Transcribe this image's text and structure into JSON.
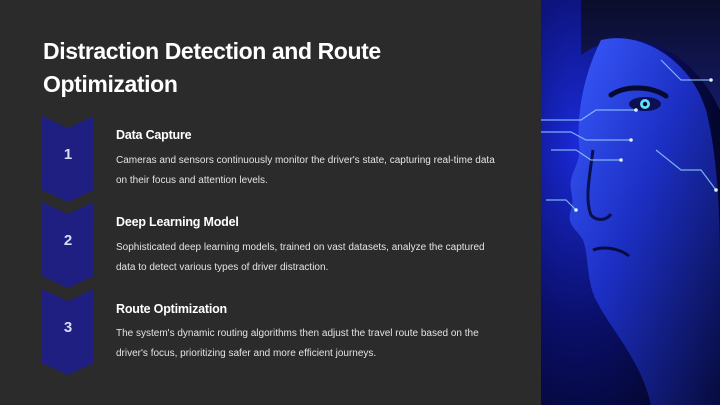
{
  "slide": {
    "title": "Distraction Detection and Route Optimization",
    "steps": [
      {
        "number": "1",
        "title": "Data Capture",
        "description": "Cameras and sensors continuously monitor the driver's state, capturing real-time data on their focus and attention levels."
      },
      {
        "number": "2",
        "title": "Deep Learning Model",
        "description": "Sophisticated deep learning models, trained on vast datasets, analyze the captured data to detect various types of driver distraction."
      },
      {
        "number": "3",
        "title": "Route Optimization",
        "description": "The system's dynamic routing algorithms then adjust the travel route based on the driver's focus, prioritizing safer and more efficient journeys."
      }
    ]
  },
  "colors": {
    "background": "#2b2b2b",
    "chevron": "#1f1f82",
    "accent_blue": "#2f4bff"
  },
  "image": {
    "subject": "face-with-digital-circuit-overlay"
  }
}
